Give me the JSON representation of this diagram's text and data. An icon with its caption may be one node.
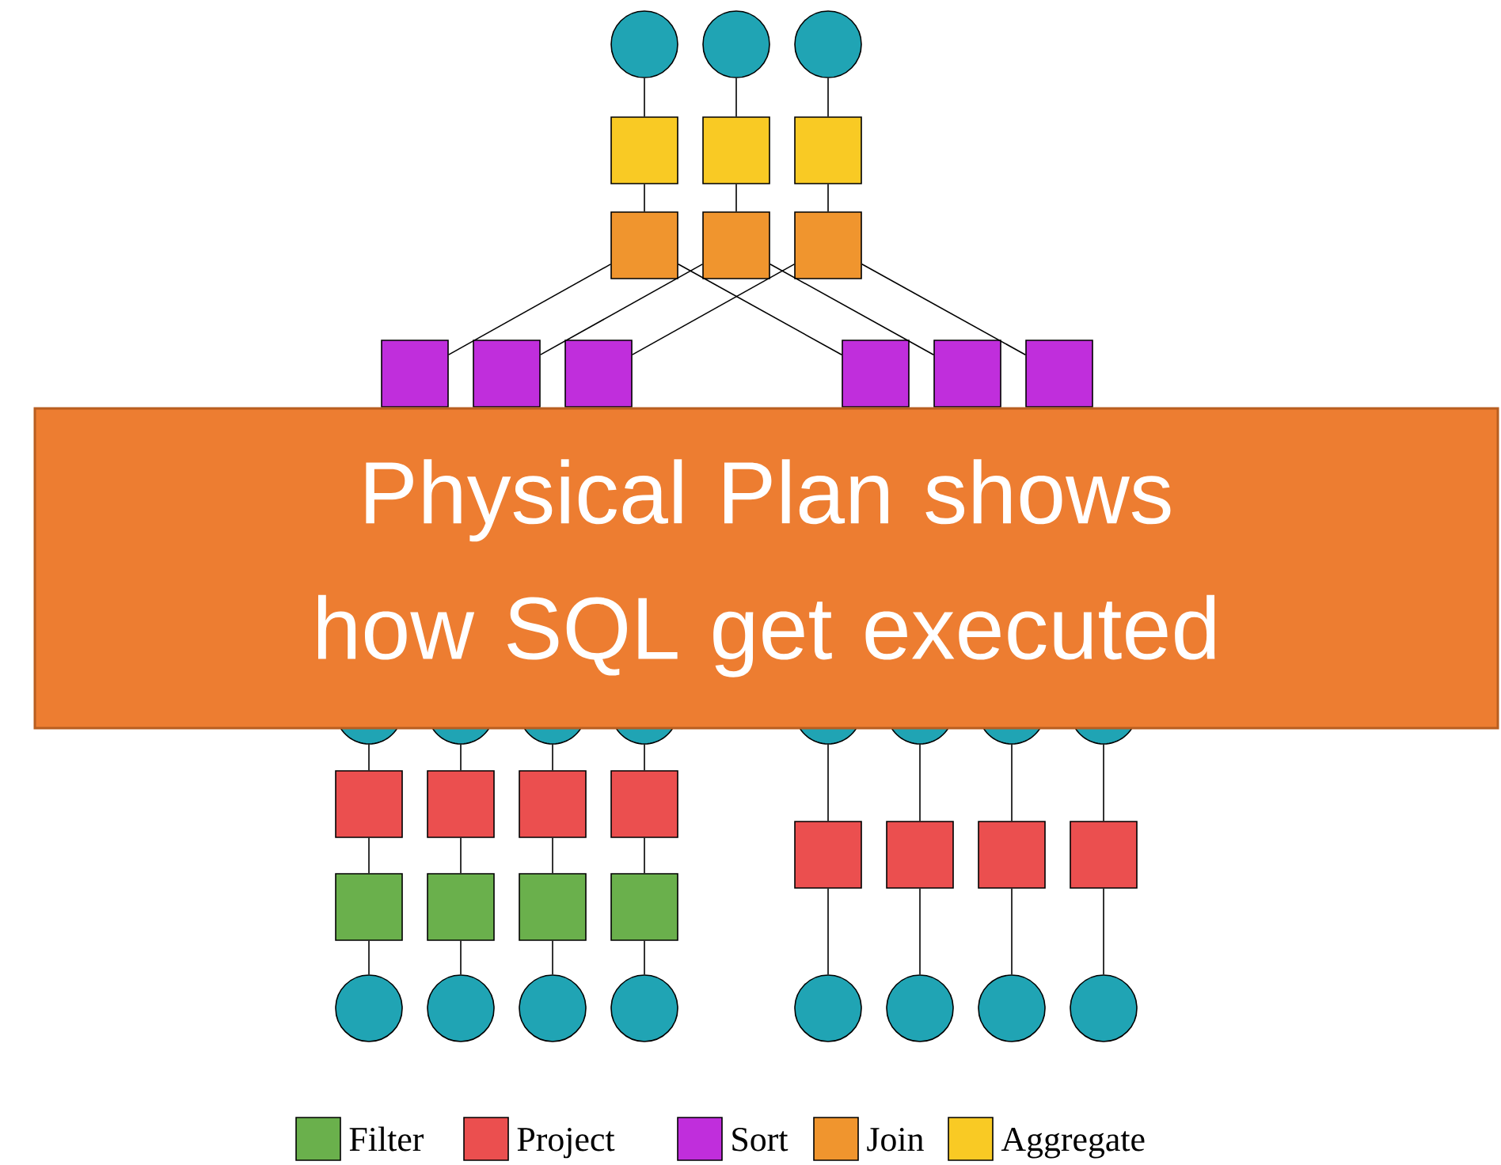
{
  "diagram": {
    "nodes": [
      {
        "text": [],
        "shape": "circle"
      },
      {
        "text": [],
        "shape": "circle"
      },
      {
        "text": [],
        "shape": "circle"
      },
      {
        "text": [],
        "shape": "box"
      },
      {
        "text": [],
        "shape": "box"
      },
      {
        "text": [],
        "shape": "box"
      },
      {
        "text": [],
        "shape": "box"
      },
      {
        "text": [],
        "shape": "box"
      },
      {
        "text": [],
        "shape": "box"
      },
      {
        "text": [],
        "shape": "box"
      },
      {
        "text": [],
        "shape": "box"
      },
      {
        "text": [],
        "shape": "box"
      },
      {
        "text": [],
        "shape": "box"
      },
      {
        "text": [],
        "shape": "box"
      },
      {
        "text": [],
        "shape": "box"
      },
      {
        "text": [
          "Physical Plan shows how SQL get executed"
        ]
      },
      {
        "text": [],
        "shape": "circle"
      },
      {
        "text": [],
        "shape": "circle"
      },
      {
        "text": [],
        "shape": "circle"
      },
      {
        "text": [],
        "shape": "circle"
      },
      {
        "text": [],
        "shape": "circle"
      },
      {
        "text": [],
        "shape": "circle"
      },
      {
        "text": [],
        "shape": "circle"
      },
      {
        "text": [],
        "shape": "circle"
      },
      {
        "text": [],
        "shape": "box"
      },
      {
        "text": [],
        "shape": "box"
      },
      {
        "text": [],
        "shape": "box"
      },
      {
        "text": [],
        "shape": "box"
      },
      {
        "text": [],
        "shape": "box"
      },
      {
        "text": [],
        "shape": "box"
      },
      {
        "text": [],
        "shape": "box"
      },
      {
        "text": [],
        "shape": "box"
      },
      {
        "text": [],
        "shape": "box"
      },
      {
        "text": [],
        "shape": "box"
      },
      {
        "text": [],
        "shape": "box"
      },
      {
        "text": [],
        "shape": "box"
      },
      {
        "text": [],
        "shape": "circle"
      },
      {
        "text": [],
        "shape": "circle"
      },
      {
        "text": [],
        "shape": "circle"
      },
      {
        "text": [],
        "shape": "circle"
      },
      {
        "text": [],
        "shape": "circle"
      },
      {
        "text": [],
        "shape": "circle"
      },
      {
        "text": [],
        "shape": "circle"
      },
      {
        "text": [],
        "shape": "circle"
      }
    ],
    "edges": [
      {
        "from": 0,
        "to": 3,
        "arrow": "none"
      },
      {
        "from": 1,
        "to": 4,
        "arrow": "none"
      },
      {
        "from": 2,
        "to": 5,
        "arrow": "none"
      },
      {
        "from": 3,
        "to": 6,
        "arrow": "none"
      },
      {
        "from": 4,
        "to": 7,
        "arrow": "none"
      },
      {
        "from": 5,
        "to": 8,
        "arrow": "none"
      },
      {
        "from": 6,
        "to": 9,
        "arrow": "none"
      },
      {
        "from": 6,
        "to": 12,
        "arrow": "none"
      },
      {
        "from": 7,
        "to": 10,
        "arrow": "none"
      },
      {
        "from": 7,
        "to": 13,
        "arrow": "none"
      },
      {
        "from": 8,
        "to": 11,
        "arrow": "none"
      },
      {
        "from": 8,
        "to": 14,
        "arrow": "none"
      },
      {
        "from": 16,
        "to": 24,
        "arrow": "none"
      },
      {
        "from": 17,
        "to": 25,
        "arrow": "none"
      },
      {
        "from": 18,
        "to": 26,
        "arrow": "none"
      },
      {
        "from": 19,
        "to": 27,
        "arrow": "none"
      },
      {
        "from": 20,
        "to": 28,
        "arrow": "none"
      },
      {
        "from": 21,
        "to": 29,
        "arrow": "none"
      },
      {
        "from": 22,
        "to": 30,
        "arrow": "none"
      },
      {
        "from": 23,
        "to": 31,
        "arrow": "none"
      },
      {
        "from": 24,
        "to": 32,
        "arrow": "none"
      },
      {
        "from": 25,
        "to": 33,
        "arrow": "none"
      },
      {
        "from": 26,
        "to": 34,
        "arrow": "none"
      },
      {
        "from": 27,
        "to": 35,
        "arrow": "none"
      },
      {
        "from": 32,
        "to": 36,
        "arrow": "none"
      },
      {
        "from": 33,
        "to": 37,
        "arrow": "none"
      },
      {
        "from": 34,
        "to": 38,
        "arrow": "none"
      },
      {
        "from": 35,
        "to": 39,
        "arrow": "none"
      },
      {
        "from": 28,
        "to": 40,
        "arrow": "none"
      },
      {
        "from": 29,
        "to": 41,
        "arrow": "none"
      },
      {
        "from": 30,
        "to": 42,
        "arrow": "none"
      },
      {
        "from": 31,
        "to": 43,
        "arrow": "none"
      }
    ],
    "legend": [
      {
        "text": "Filter",
        "color": "#6ab04c"
      },
      {
        "text": "Project",
        "color": "#eb4f4f"
      },
      {
        "text": "Sort",
        "color": "#c02edc"
      },
      {
        "text": "Join",
        "color": "#f0952e"
      },
      {
        "text": "Aggregate",
        "color": "#f9ca24"
      }
    ]
  }
}
